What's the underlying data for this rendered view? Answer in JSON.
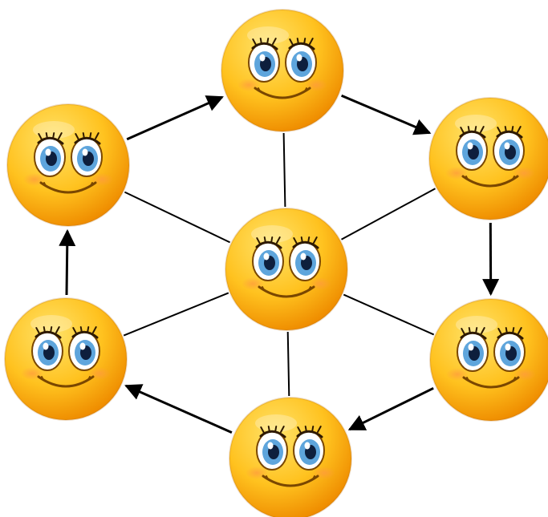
{
  "diagram": {
    "type": "cycle-diagram",
    "node_icon": "smiling-emoji-face-icon",
    "node_count": 7,
    "center_node": "center",
    "outer_cycle": [
      "top",
      "right-upper",
      "right-lower",
      "bottom",
      "left-lower",
      "left-upper"
    ],
    "cycle_direction": "clockwise",
    "spoke_edges": [
      [
        "center",
        "top"
      ],
      [
        "center",
        "right-upper"
      ],
      [
        "center",
        "right-lower"
      ],
      [
        "center",
        "bottom"
      ],
      [
        "center",
        "left-lower"
      ],
      [
        "center",
        "left-upper"
      ]
    ],
    "arrow_edges": [
      [
        "left-upper",
        "top"
      ],
      [
        "top",
        "right-upper"
      ],
      [
        "right-upper",
        "right-lower"
      ],
      [
        "right-lower",
        "bottom"
      ],
      [
        "bottom",
        "left-lower"
      ],
      [
        "left-lower",
        "left-upper"
      ]
    ],
    "colors": {
      "face_light": "#ffe36a",
      "face_mid": "#ffc21f",
      "face_dark": "#ef8d00",
      "cheek": "#ff9b3d",
      "eye_white": "#ffffff",
      "iris": "#5ea5dc",
      "pupil": "#0e1f3d",
      "outline": "#7a4700",
      "line": "#000000"
    }
  }
}
